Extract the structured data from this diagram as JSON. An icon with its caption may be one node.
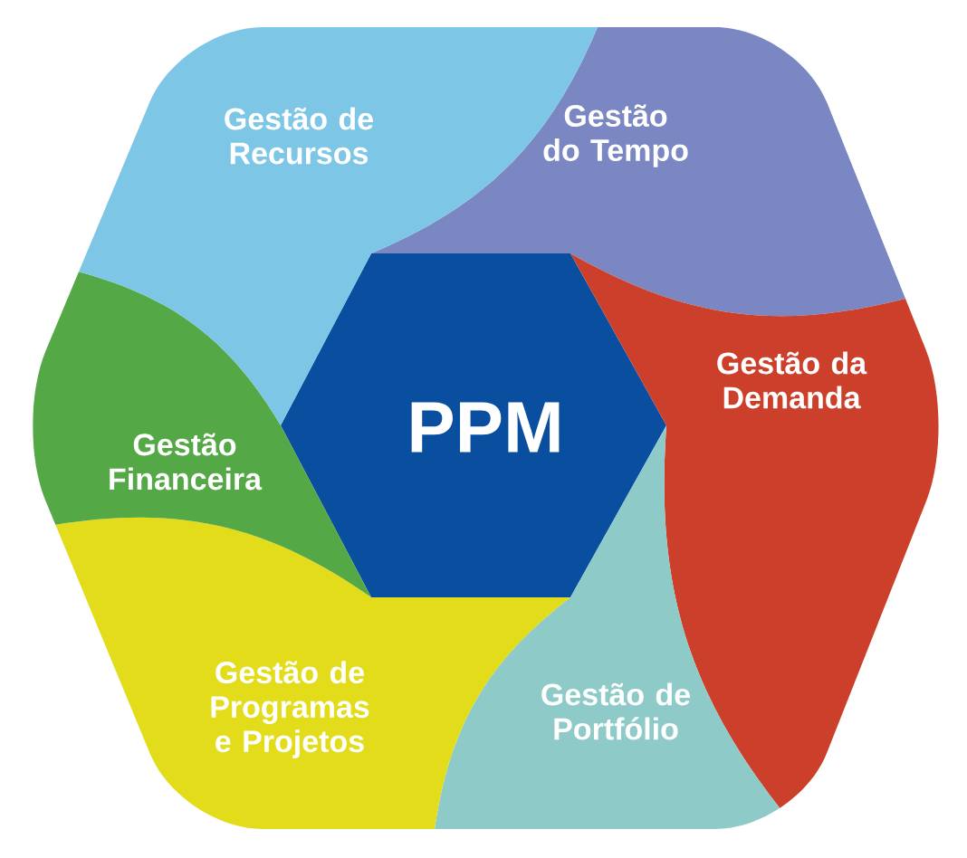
{
  "diagram": {
    "nodes": [
      {
        "text": [
          "PPM"
        ]
      },
      {
        "text": [
          "Gestão do Tempo"
        ]
      },
      {
        "text": [
          "Gestão da Demanda"
        ]
      },
      {
        "text": [
          "Gestão de Portfólio"
        ]
      },
      {
        "text": [
          "Gestão de Programas e Projetos"
        ]
      },
      {
        "text": [
          "Gestão Financeira"
        ]
      },
      {
        "text": [
          "Gestão de Recursos"
        ]
      }
    ]
  }
}
